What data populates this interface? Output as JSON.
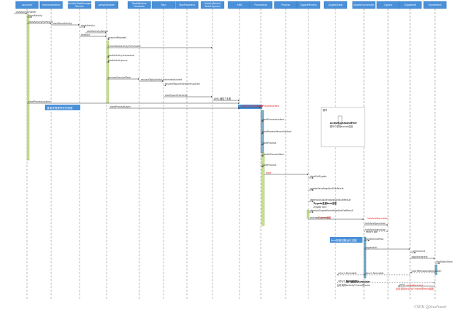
{
  "participants": [
    "Launcher",
    "Instrumentation",
    "ActivityTaskManager Service",
    "ActivityStarter",
    "RootWindow Container",
    "Task",
    "TaskFragment",
    "ActivityRecord TaskFragment",
    "AMS",
    "ProcessList",
    "Process",
    "ZygoteProcess",
    "ZygoteState",
    "ZygoteConnection",
    "Zygote",
    "ZygoteInit",
    "RuntimeInit"
  ],
  "notes": [
    "桌面进程里所在的进程",
    "AMS进程里所在的进程",
    "fork的新进程运行过程"
  ],
  "messages": [
    "startActivitySafely",
    "startActivity",
    "startActivityForResult",
    "execStartActivity",
    "startActivity",
    "startActivityAsUser",
    "execute",
    "executeRequest",
    "checkStartActivityPermission",
    "startActivityUnchecked",
    "startActivityInner",
    "resumeFocusedTask",
    "resumeTopActivityUncheckedLocked",
    "resumeTopActivityInnerLocked",
    "startSpecificActivity",
    "AMS 通知了进程",
    "startProcessLocked",
    "startProcessAsync",
    "startProcessLocked",
    "newProcessRecordLocked",
    "startProcess",
    "handleProcessStart",
    "startProcess",
    "start",
    "startViaZygote",
    "zygoteSendArgsAndGetResult",
    "attemptUsapSendArgsAndGetResult",
    "attemptZygoteSendArgsAndGetResult",
    "runSelectLoop",
    "processCommand",
    "forkAndSpecialize",
    "handleChildProc",
    "zygoteInit",
    "commonInit",
    "applicationInit",
    "findStaticMain",
    "new MethodAndArgsCaller",
    "return Runnable",
    "return Runnable",
    "return Runnable",
    "run()"
  ],
  "labels": {
    "loop_frame": "循环",
    "accept_cmd_1": "acceptCommandPeer",
    "accept_cmd_2": "循环中调用socket连接",
    "fork_sub_1": "Zygote连接fork进程",
    "fork_sub_2": "Zygote fork",
    "start_note": "启动进程",
    "comm_note": "以socket通信",
    "run_note": "调用main方法",
    "return_pid": "return pid",
    "main_note_1": "执行返回的Runnable",
    "main_note_2": "反射调用ActivityThread的main",
    "red_fork": "forkAndSpecialize",
    "red_start": "startProcessLocked",
    "red_run_1": "runnable.run()",
    "red_run_2": "反射调用ActivityThread的main函数"
  },
  "watermark": "CSDN @XiaoYusef"
}
